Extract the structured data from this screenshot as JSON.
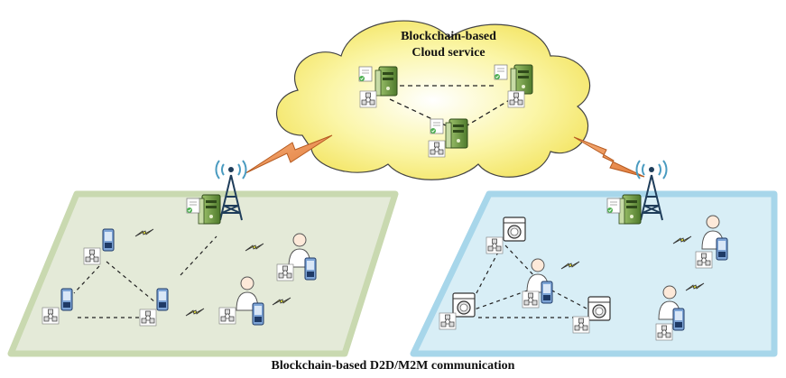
{
  "cloud": {
    "title_line1": "Blockchain-based",
    "title_line2": "Cloud service"
  },
  "caption": "Blockchain-based D2D/M2M communication"
}
